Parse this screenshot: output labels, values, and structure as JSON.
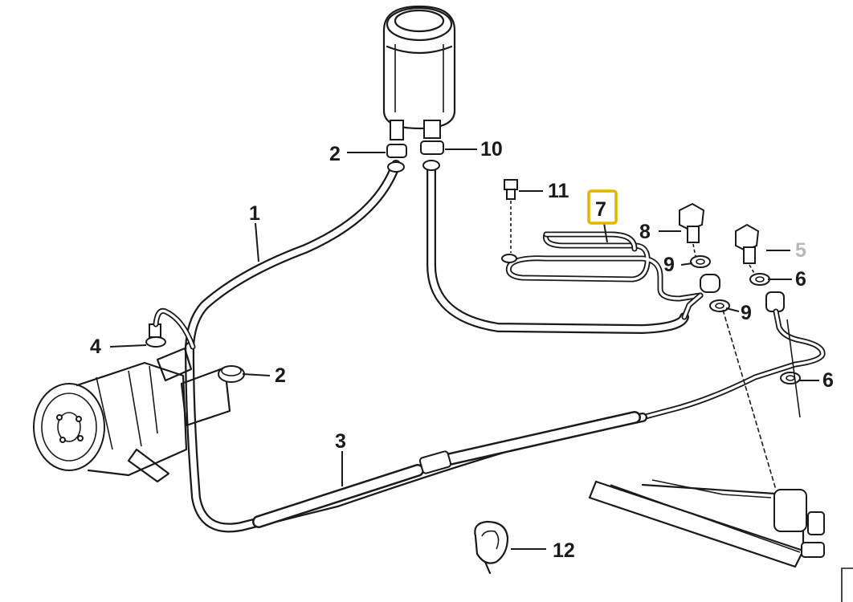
{
  "callouts": {
    "c1": "1",
    "c2_top": "2",
    "c2_mid": "2",
    "c3": "3",
    "c4": "4",
    "c5": "5",
    "c6_top": "6",
    "c6_bottom": "6",
    "c7": "7",
    "c8": "8",
    "c9_top": "9",
    "c9_mid": "9",
    "c10": "10",
    "c11": "11",
    "c12": "12"
  },
  "colors": {
    "line": "#1a1a1a",
    "highlight": "#e2b500",
    "muted_label": "#b8b8b8",
    "background": "#ffffff"
  },
  "highlighted_callout": "7"
}
